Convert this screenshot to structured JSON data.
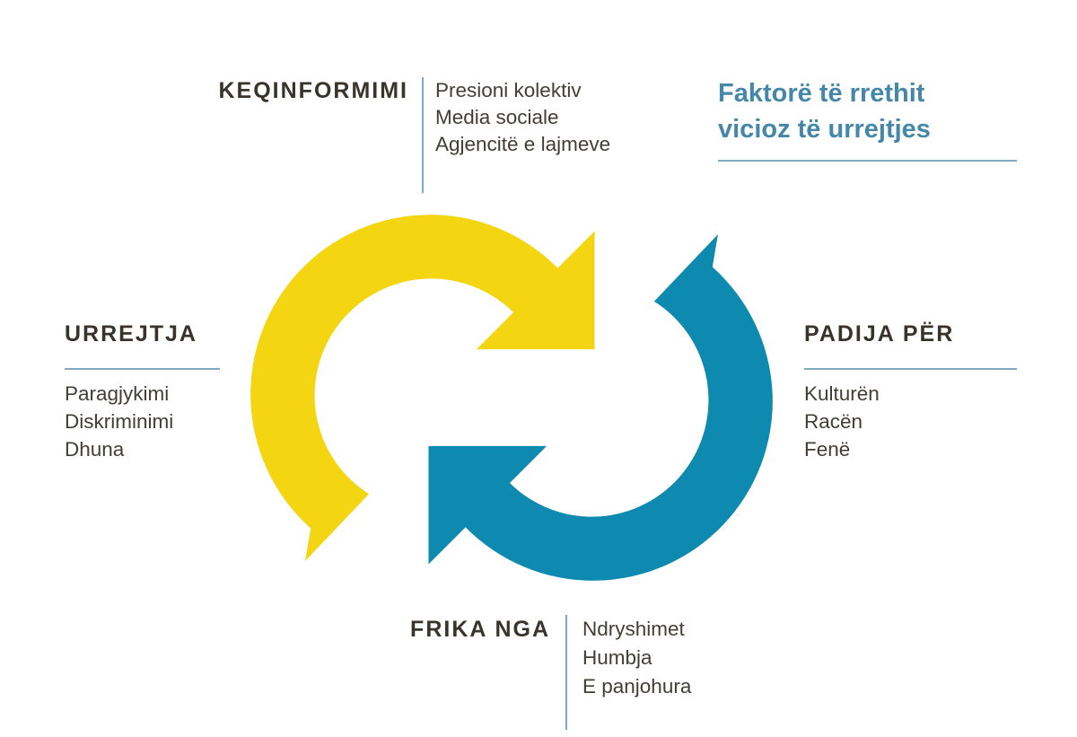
{
  "title": {
    "line1": "Faktorë të rrethit",
    "line2": "vicioz të urrejtjes"
  },
  "sections": {
    "keqinformimi": {
      "label": "KEQINFORMIMI",
      "items": [
        "Presioni kolektiv",
        "Media sociale",
        "Agjencitë e lajmeve"
      ]
    },
    "urrejtja": {
      "label": "URREJTJA",
      "items": [
        "Paragjykimi",
        "Diskriminimi",
        "Dhuna"
      ]
    },
    "padija": {
      "label": "PADIJA PËR",
      "items": [
        "Kulturën",
        "Racën",
        "Fenë"
      ]
    },
    "frika": {
      "label": "FRIKA NGA",
      "items": [
        "Ndryshimet",
        "Humbja",
        "E panjohura"
      ]
    }
  },
  "colors": {
    "bg": "#ffffff",
    "yellow": "#F3D512",
    "arrow-blue": "#0E89B0",
    "title-blue": "#4587A9",
    "rule-blue": "#7FA9C0",
    "header-dark": "#3A332B",
    "body-dark": "#433D36"
  }
}
